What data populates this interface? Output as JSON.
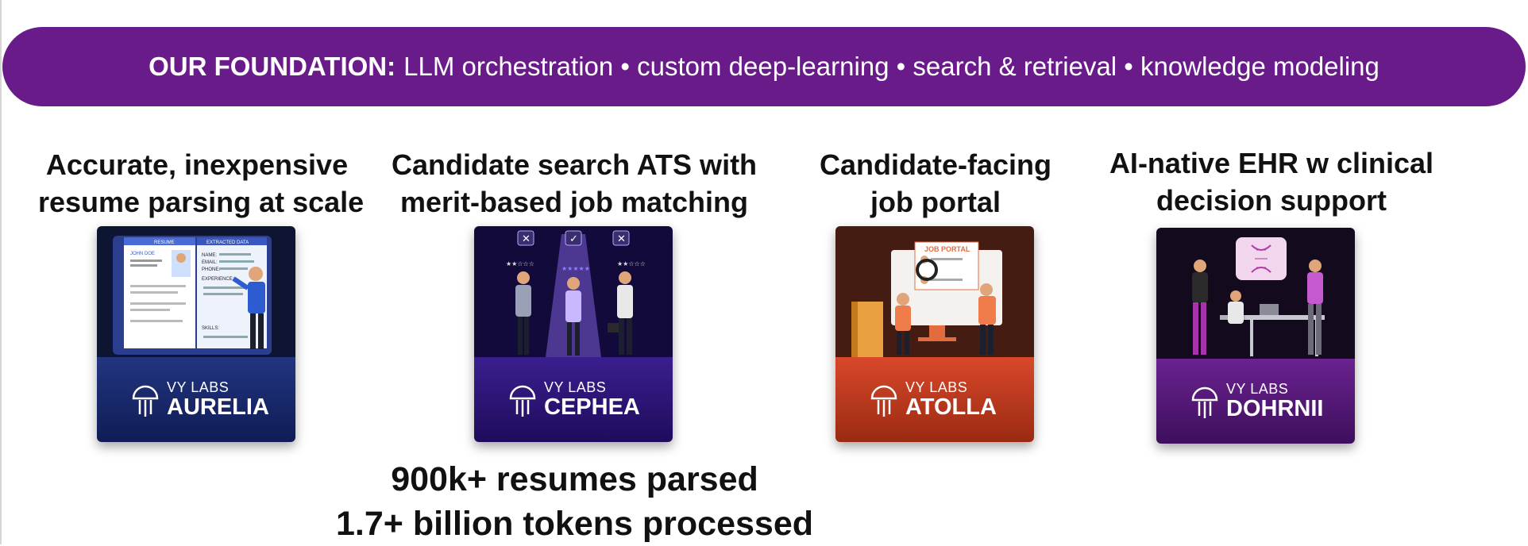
{
  "banner": {
    "lead": "OUR FOUNDATION:",
    "text": "LLM orchestration • custom deep-learning • search & retrieval • knowledge modeling"
  },
  "products": [
    {
      "heading_line1": "Accurate, inexpensive",
      "heading_line2": "resume parsing at scale",
      "lab": "VY LABS",
      "name": "AURELIA",
      "art_labels": {
        "resume": "RESUME",
        "extracted": "EXTRACTED DATA",
        "person": "JOHN DOE",
        "f1": "NAME:",
        "f2": "EMAIL:",
        "f3": "PHONE:",
        "f4": "EXPERIENCE:",
        "f5": "SKILLS:"
      }
    },
    {
      "heading_line1": "Candidate search ATS with",
      "heading_line2": "merit-based job matching",
      "lab": "VY LABS",
      "name": "CEPHEA"
    },
    {
      "heading_line1": "Candidate-facing",
      "heading_line2": "job portal",
      "lab": "VY LABS",
      "name": "ATOLLA",
      "art_labels": {
        "portal": "JOB PORTAL"
      }
    },
    {
      "heading_line1": "AI-native EHR w clinical",
      "heading_line2": "decision support",
      "lab": "VY LABS",
      "name": "DOHRNII"
    }
  ],
  "stats": {
    "line1": "900k+ resumes parsed",
    "line2": "1.7+ billion tokens processed"
  },
  "colors": {
    "banner": "#6a1b8a",
    "aurelia": "#1a2b6b",
    "cephea": "#2a1570",
    "atolla": "#c0391b",
    "dohrnii": "#5a1a7a"
  }
}
